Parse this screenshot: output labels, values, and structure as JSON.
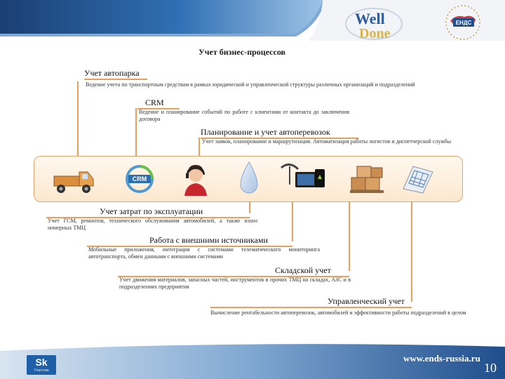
{
  "header": {
    "logo_welldone_line1": "Well",
    "logo_welldone_line2": "Done",
    "logo_ends": "ЕНДС"
  },
  "title": "Учет бизнес-процессов",
  "items": [
    {
      "title": "Учет автопарка",
      "desc": "Ведение учета по транспортным средствам в рамках юридической и управленческой структуры различных организаций и подразделений"
    },
    {
      "title": "CRM",
      "desc": "Ведение и планирование событий по работе с клиентами от контакта до заключения договора"
    },
    {
      "title": "Планирование и учет автоперевозок",
      "desc": "Учет заявок, планирование и маршрутизация. Автоматизация работы логистов и диспетчерской службы"
    },
    {
      "title": "Учет затрат по эксплуатации",
      "desc": "Учет ГСМ, ремонтов, технического обслуживания автомобилей, а также износ номерных ТМЦ"
    },
    {
      "title": "Работа с внешними источниками",
      "desc": "Мобильные приложения, интеграция с системами телематического мониторинга автотранспорта, обмен данными с внешними системами"
    },
    {
      "title": "Складской учет",
      "desc": "Учет движения материалов, запасных частей, инструментов и прочих ТМЦ на складах, АЗС и в подразделениях предприятия"
    },
    {
      "title": "Управленческий учет",
      "desc": "Вычисление рентабельности автоперевозок, автомобилей и эффективности работы подразделений в целом"
    }
  ],
  "icons": [
    "truck-icon",
    "crm-icon",
    "operator-icon",
    "fuel-drop-icon",
    "devices-icon",
    "boxes-icon",
    "calculator-icon"
  ],
  "icon_crm_label": "CRM",
  "footer": {
    "sk_logo": "Sk",
    "sk_logo_sub": "Участник",
    "website": "www.ends-russia.ru",
    "page_number": "10"
  },
  "colors": {
    "accent": "#e8a05a",
    "header_blue": "#1f4e8c",
    "band_fill": "#fde8cf"
  }
}
